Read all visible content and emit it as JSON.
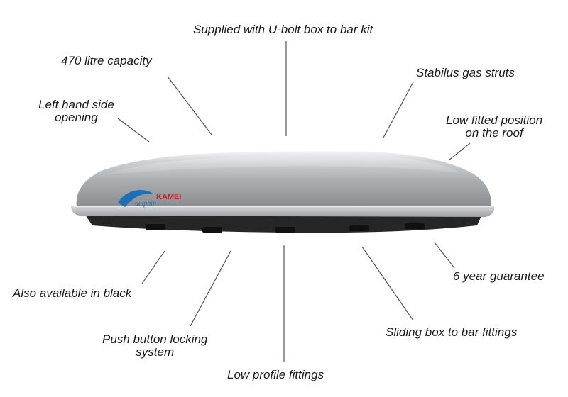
{
  "image": {
    "subject": "roof-box",
    "brand_logo_text": "KAMEI",
    "brand_logo_script": "delphin",
    "colors": {
      "box_shell": "#b9bcbf",
      "box_base": "#2a2a2a",
      "logo_blue": "#1f6fb8",
      "logo_red": "#c8242a"
    }
  },
  "callouts": {
    "u_bolt": "Supplied with U-bolt box to bar kit",
    "capacity": "470 litre capacity",
    "gas_struts": "Stabilus gas struts",
    "left_opening_line1": "Left hand side",
    "left_opening_line2": "opening",
    "low_fitted_line1": "Low fitted position",
    "low_fitted_line2": "on the roof",
    "black": "Also available in black",
    "guarantee": "6 year guarantee",
    "push_lock_line1": "Push button locking",
    "push_lock_line2": "system",
    "sliding": "Sliding box to bar fittings",
    "low_profile": "Low profile fittings"
  }
}
